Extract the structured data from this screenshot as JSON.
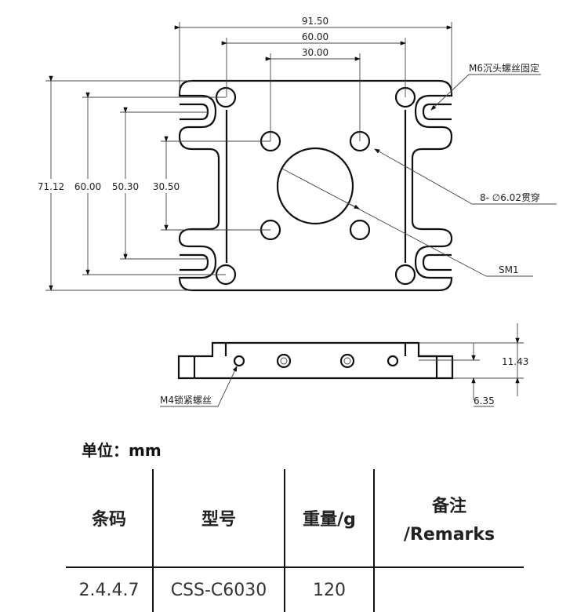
{
  "top_view": {
    "dim_width_total": "91.50",
    "dim_width_inner": "60.00",
    "dim_width_holes": "30.00",
    "dim_height_total": "71.12",
    "dim_height_counterbore": "60.00",
    "dim_height_slots": "50.30",
    "dim_height_holes": "30.50",
    "label_counterbore": "M6沉头螺丝固定",
    "label_holes": "8- ∅6.02贯穿",
    "label_center": "SM1"
  },
  "side_view": {
    "dim_total_height": "11.43",
    "dim_base_height": "6.35",
    "label_setscrew": "M4锁紧螺丝"
  },
  "unit_label": "单位：mm",
  "table": {
    "headers": [
      "条码",
      "型号",
      "重量/g",
      "备注",
      "/Remarks"
    ],
    "row": [
      "2.4.4.7",
      "CSS-C6030",
      "120",
      ""
    ]
  }
}
